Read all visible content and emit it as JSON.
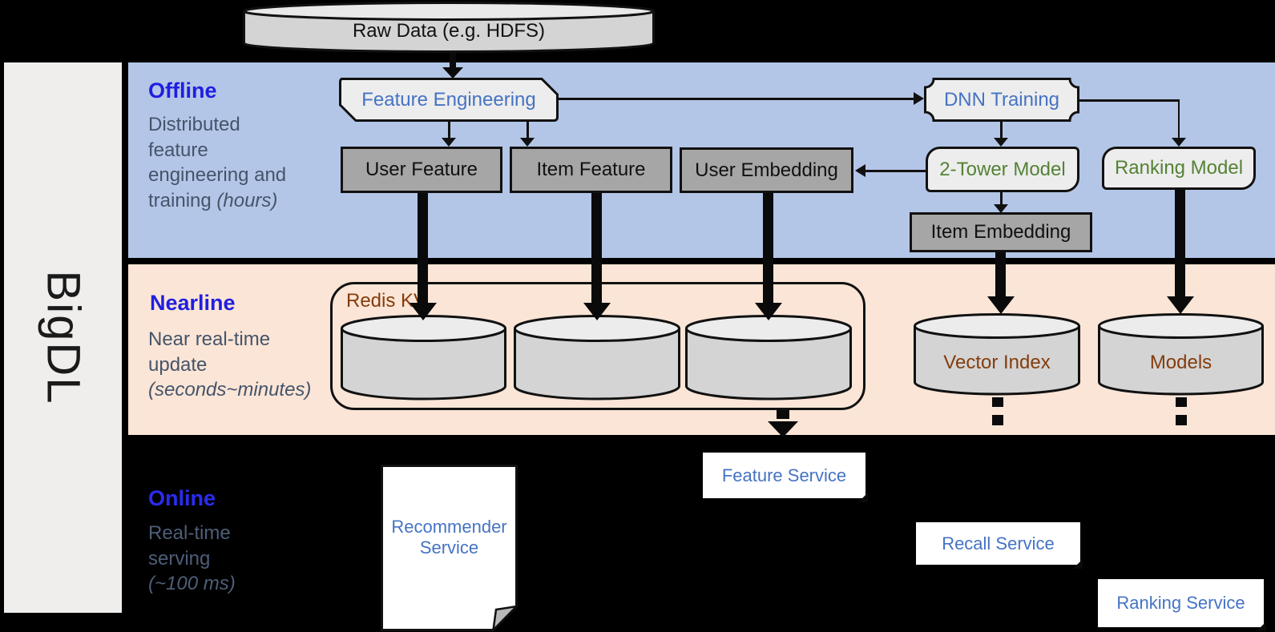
{
  "sidebar": {
    "brand": "BigDL"
  },
  "datastore_top": {
    "label": "Raw Data (e.g. HDFS)"
  },
  "bands": {
    "offline": {
      "title": "Offline",
      "desc_line1": "Distributed",
      "desc_line2": "feature",
      "desc_line3": "engineering and",
      "desc_line4": "training",
      "desc_line4_italic": "(hours)"
    },
    "nearline": {
      "title": "Nearline",
      "desc_line1": "Near real-time",
      "desc_line2": "update",
      "desc_line3_italic": "(seconds~minutes)"
    },
    "online": {
      "title": "Online",
      "desc_line1": "Real-time",
      "desc_line2": "serving",
      "desc_line3_italic": "(~100 ms)"
    }
  },
  "nodes": {
    "feature_engineering": "Feature Engineering",
    "dnn_training": "DNN Training",
    "user_feature": "User Feature",
    "item_feature": "Item Feature",
    "user_embedding": "User Embedding",
    "two_tower_model": "2-Tower Model",
    "ranking_model": "Ranking Model",
    "item_embedding": "Item Embedding",
    "redis_kv": "Redis KV",
    "vector_index": "Vector Index",
    "models": "Models",
    "recommender_service": "Recommender Service",
    "feature_service": "Feature Service",
    "recall_service": "Recall Service",
    "ranking_service": "Ranking Service"
  },
  "colors": {
    "offline_band": "#B3C6E7",
    "nearline_band": "#FBE5D6",
    "online_band": "#000000",
    "band_title_blue": "#1F1FE0",
    "band_desc_gray": "#44546A",
    "node_gray_fill": "#A6A6A6",
    "node_light_fill": "#EDEDED",
    "cylinder_fill": "#D4D4D4",
    "service_text_blue": "#4573C4",
    "model_text_green": "#548235",
    "storage_text_brown": "#843C0C",
    "sidebar_fill": "#EFEEED"
  }
}
